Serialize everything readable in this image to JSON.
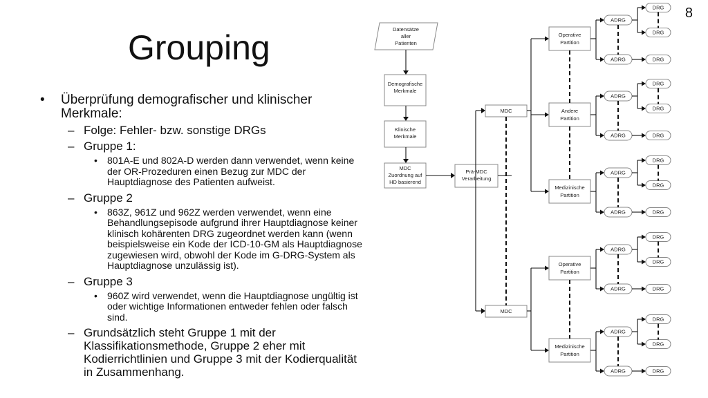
{
  "slide": {
    "title": "Grouping",
    "page_number": "8"
  },
  "bullets": {
    "b1": {
      "marker": "•",
      "text": "Überprüfung demografischer und klinischer Merkmale:"
    },
    "s1": {
      "marker": "–",
      "text": "Folge: Fehler- bzw. sonstige DRGs"
    },
    "s2": {
      "marker": "–",
      "text": "Gruppe 1:"
    },
    "s2a": {
      "marker": "•",
      "text": "801A-E und 802A-D werden dann verwendet, wenn keine der OR-Prozeduren einen Bezug zur MDC der Hauptdiagnose des Patienten aufweist."
    },
    "s3": {
      "marker": "–",
      "text": "Gruppe 2"
    },
    "s3a": {
      "marker": "•",
      "text": "863Z, 961Z und 962Z werden verwendet, wenn eine Behandlungsepisode aufgrund ihrer Hauptdiagnose keiner klinisch kohärenten DRG zugeordnet werden kann (wenn beispielsweise ein Kode der ICD-10-GM als Hauptdiagnose zugewiesen wird, obwohl der Kode im G-DRG-System als Hauptdiagnose unzulässig ist)."
    },
    "s4": {
      "marker": "–",
      "text": "Gruppe 3"
    },
    "s4a": {
      "marker": "•",
      "text": "960Z wird verwendet, wenn die Hauptdiagnose ungültig ist oder wichtige Informationen entweder fehlen oder falsch sind."
    },
    "s5": {
      "marker": "–",
      "text": "Grundsätzlich steht Gruppe 1 mit der Klassifikationsmethode, Gruppe 2 eher mit Kodierrichtlinien und Gruppe 3 mit der Kodierqualität in Zusammenhang."
    }
  },
  "diagram": {
    "datensaetze": [
      "Datensätze",
      "aller",
      "Patienten"
    ],
    "demografische": [
      "Demografische",
      "Merkmale"
    ],
    "klinische": [
      "Klinische",
      "Merkmale"
    ],
    "mdc_zuordnung": [
      "MDC",
      "Zuordnung auf",
      "HD basierend"
    ],
    "prae_mdc": [
      "Prä-MDC",
      "Verarbeitung"
    ],
    "mdc_label": "MDC",
    "adrg_label": "ADRG",
    "drg_label": "DRG",
    "partitions": {
      "p1": [
        "Operative",
        "Partition"
      ],
      "p2": [
        "Andere",
        "Partition"
      ],
      "p3": [
        "Medizinische",
        "Partition"
      ],
      "p4": [
        "Operative",
        "Partition"
      ],
      "p5": [
        "Medizinische",
        "Partition"
      ]
    }
  }
}
